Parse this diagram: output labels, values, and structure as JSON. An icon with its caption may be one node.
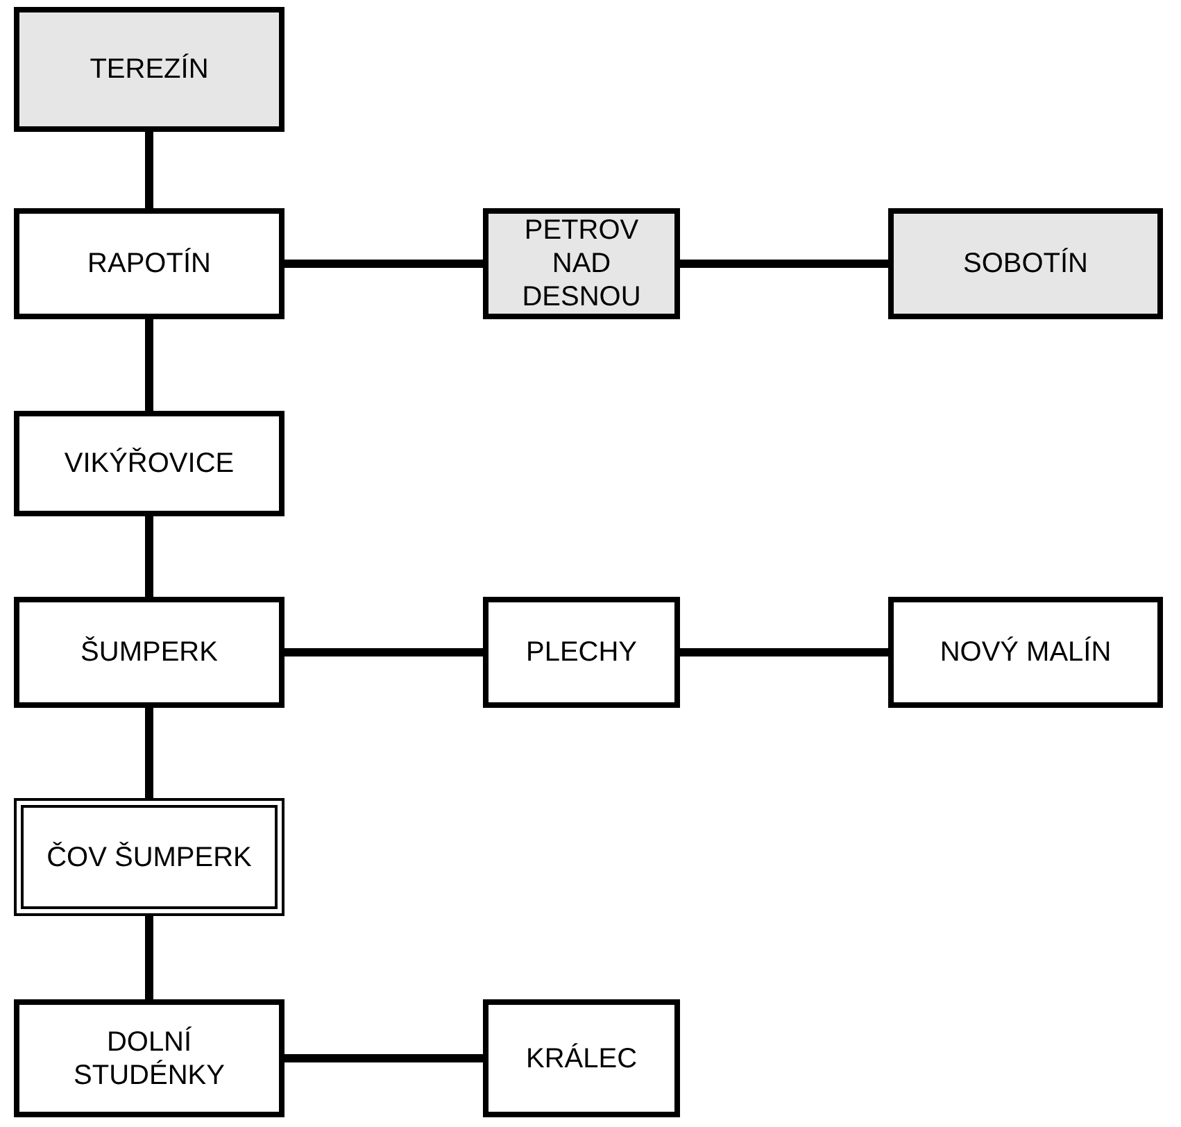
{
  "diagram": {
    "nodes": [
      {
        "text": [
          "TEREZÍN"
        ]
      },
      {
        "text": [
          "RAPOTÍN"
        ]
      },
      {
        "text": [
          "PETROV NAD DESNOU"
        ]
      },
      {
        "text": [
          "SOBOTÍN"
        ]
      },
      {
        "text": [
          "VIKÝŘOVICE"
        ]
      },
      {
        "text": [
          "ŠUMPERK"
        ]
      },
      {
        "text": [
          "PLECHY"
        ]
      },
      {
        "text": [
          "NOVÝ MALÍN"
        ]
      },
      {
        "text": [
          "ČOV ŠUMPERK"
        ]
      },
      {
        "text": [
          "DOLNÍ STUDÉNKY"
        ]
      },
      {
        "text": [
          "KRÁLEC"
        ]
      }
    ],
    "edges": [
      {
        "from": 0,
        "to": 1,
        "arrow": "none"
      },
      {
        "from": 1,
        "to": 2,
        "arrow": "none"
      },
      {
        "from": 2,
        "to": 3,
        "arrow": "none"
      },
      {
        "from": 1,
        "to": 4,
        "arrow": "none"
      },
      {
        "from": 4,
        "to": 5,
        "arrow": "none"
      },
      {
        "from": 5,
        "to": 6,
        "arrow": "none"
      },
      {
        "from": 6,
        "to": 7,
        "arrow": "none"
      },
      {
        "from": 5,
        "to": 8,
        "arrow": "none"
      },
      {
        "from": 8,
        "to": 9,
        "arrow": "none"
      },
      {
        "from": 9,
        "to": 10,
        "arrow": "none"
      }
    ]
  }
}
